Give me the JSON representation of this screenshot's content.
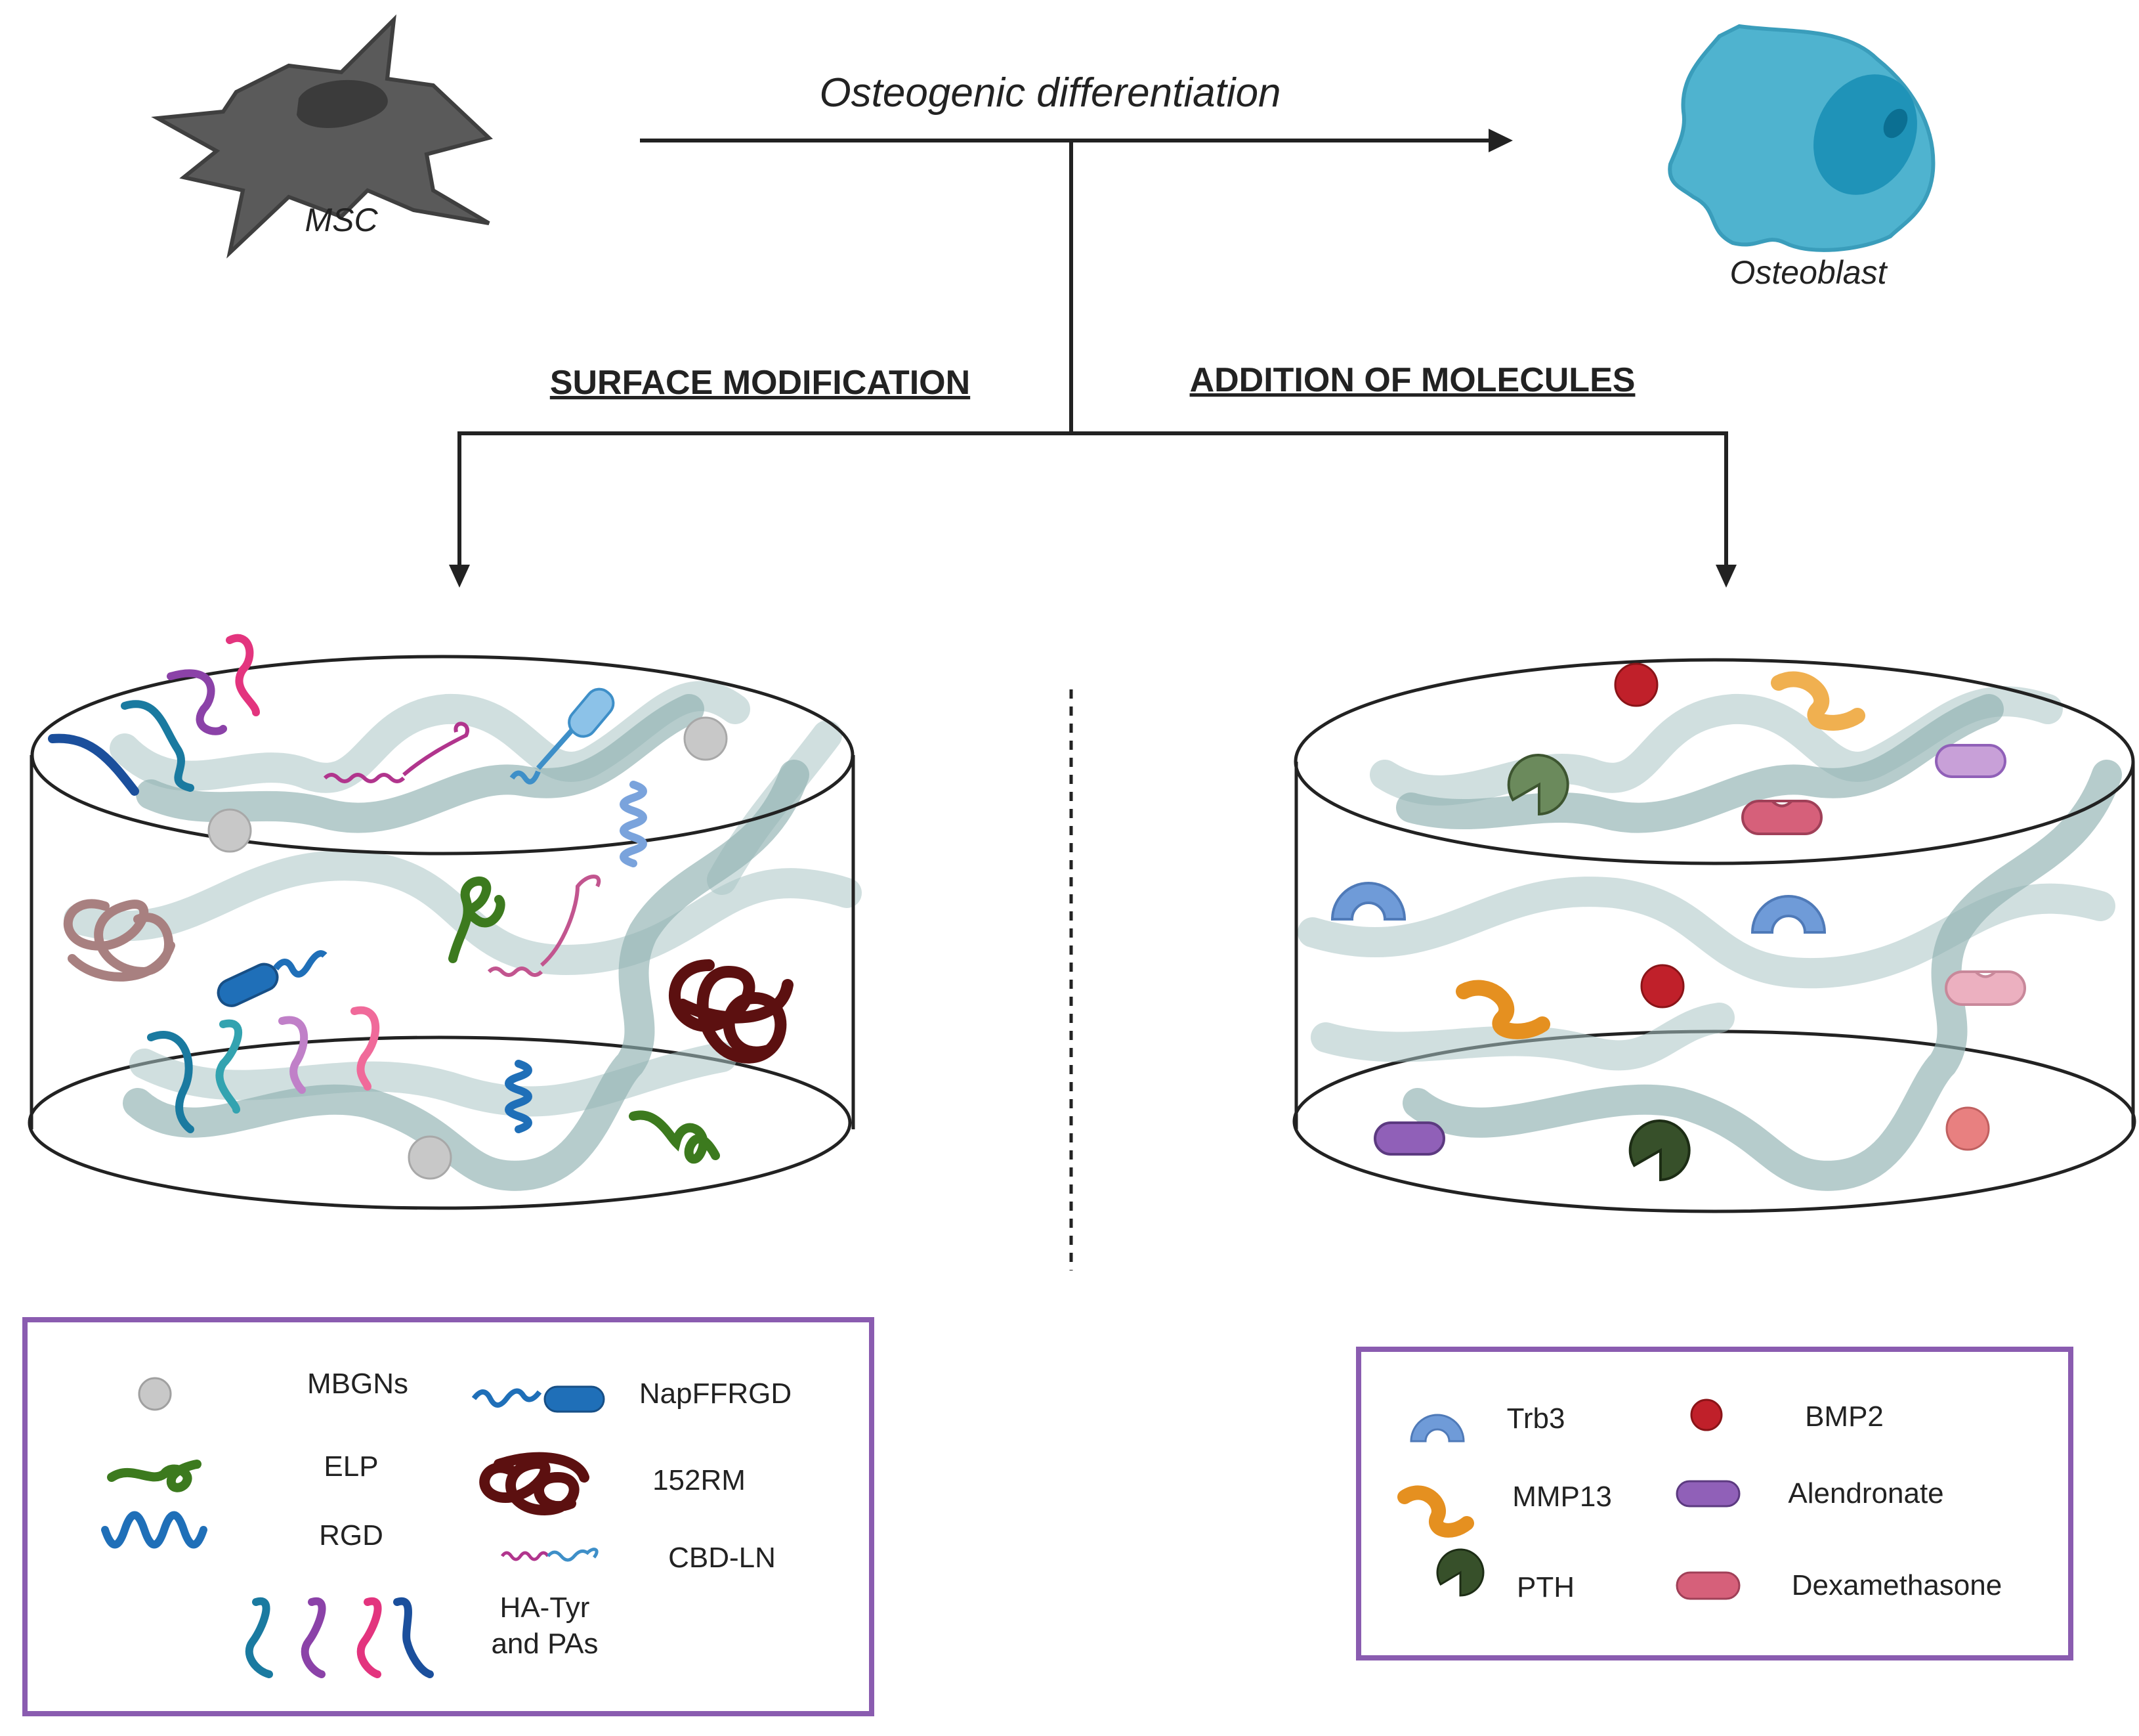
{
  "top": {
    "source_cell": "MSC",
    "target_cell": "Osteoblast",
    "process": "Osteogenic differentiation"
  },
  "branches": {
    "left": "SURFACE MODIFICATION",
    "right": "ADDITION OF MOLECULES"
  },
  "legend_left": {
    "mbgns": "MBGNs",
    "elp": "ELP",
    "rgd": "RGD",
    "haTyr_line1": "HA-Tyr",
    "haTyr_line2": "and PAs",
    "napffrgd": "NapFFRGD",
    "rm152": "152RM",
    "cbdln": "CBD-LN"
  },
  "legend_right": {
    "trb3": "Trb3",
    "mmp13": "MMP13",
    "pth": "PTH",
    "bmp2": "BMP2",
    "alendronate": "Alendronate",
    "dexamethasone": "Dexamethasone"
  },
  "colors": {
    "msc": "#5a5a5a",
    "osteoblast": "#4fb3cf",
    "legend_border": "#8a5cb0",
    "fiber": "#a9c4c4",
    "mbgn": "#c8c8c8",
    "elp": "#3c7a1e",
    "rgd": "#1f6fb8",
    "napffrgd": "#1f6fb8",
    "rm152": "#5c1010",
    "cbdln": "#c2558f",
    "trb3": "#6f9bd8",
    "mmp13": "#e59020",
    "pth": "#37502a",
    "bmp2": "#c0202a",
    "alendronate": "#9060b8",
    "dexamethasone": "#d6607a"
  }
}
